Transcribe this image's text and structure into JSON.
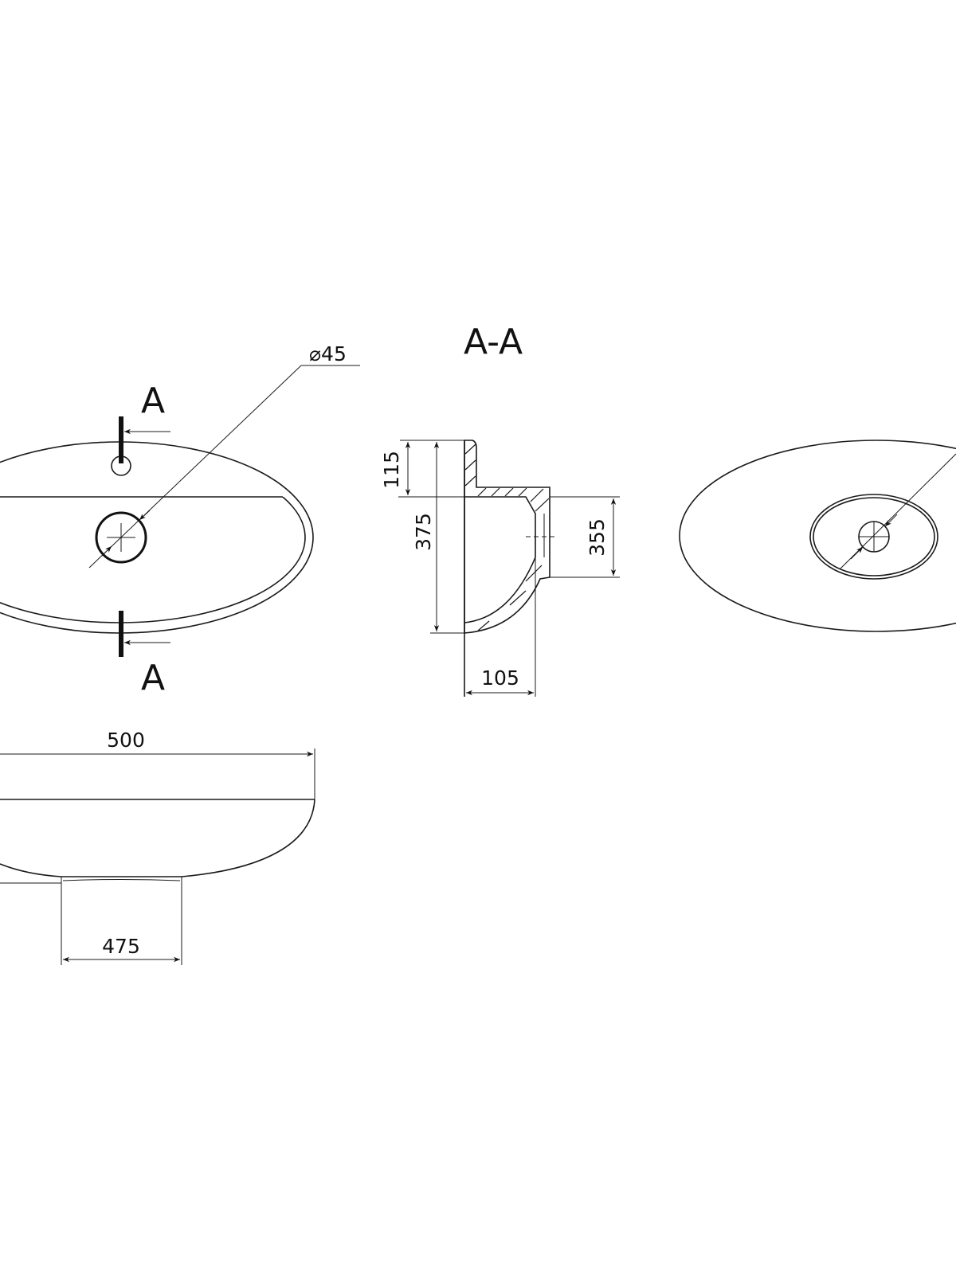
{
  "title": "A-A",
  "section_marker": {
    "top_label": "A",
    "bottom_label": "A"
  },
  "dimensions": {
    "drain_diameter": "⌀45",
    "rim_height": "115",
    "total_height": "375",
    "wall_height": "355",
    "depth": "105",
    "length": "500",
    "base_width": "475"
  },
  "colors": {
    "line": "#1a1a1a",
    "background": "#ffffff"
  }
}
